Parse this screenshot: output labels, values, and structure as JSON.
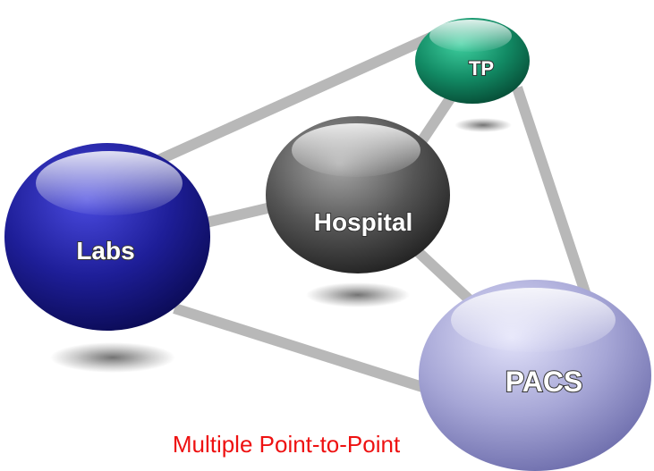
{
  "nodes": {
    "tp": {
      "label": "TP",
      "color": "#1a9a72"
    },
    "hospital": {
      "label": "Hospital",
      "color": "#5f5f5f"
    },
    "labs": {
      "label": "Labs",
      "color": "#22229a"
    },
    "pacs": {
      "label": "PACS",
      "color": "#a9a9d8"
    }
  },
  "connections": [
    [
      "labs",
      "tp"
    ],
    [
      "labs",
      "hospital"
    ],
    [
      "labs",
      "pacs"
    ],
    [
      "hospital",
      "tp"
    ],
    [
      "hospital",
      "pacs"
    ],
    [
      "tp",
      "pacs"
    ]
  ],
  "caption": "Multiple Point-to-Point",
  "caption_color": "#ee1111"
}
